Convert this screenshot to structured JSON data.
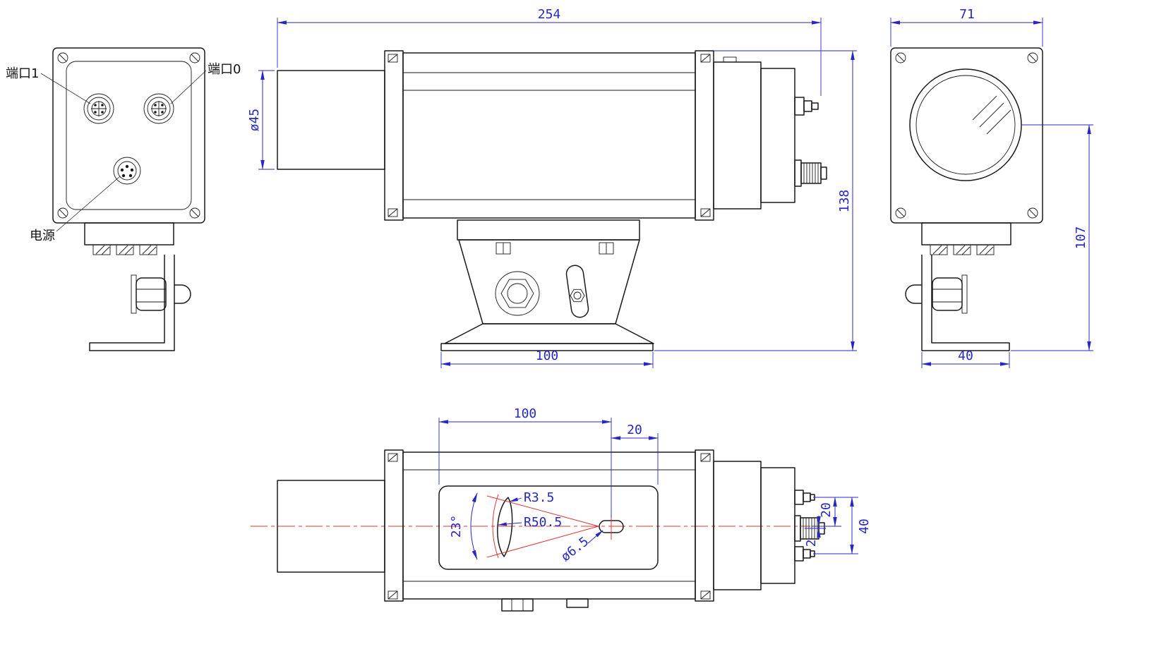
{
  "meta": {
    "type": "technical-drawing",
    "views": [
      "rear",
      "side",
      "front",
      "bottom"
    ]
  },
  "colors": {
    "outline": "#1a1a1a",
    "dimension": "#2727c4",
    "centerline": "#e23434"
  },
  "rear_view": {
    "port1_label": "端口1",
    "port0_label": "端口0",
    "power_label": "电源"
  },
  "side_view": {
    "dim_overall_length": "254",
    "dim_lens_diameter": "ø45",
    "dim_overall_height": "138",
    "dim_base_width": "100"
  },
  "front_view": {
    "dim_width": "71",
    "dim_height": "107",
    "dim_foot_width": "40"
  },
  "bottom_view": {
    "dim_window_length": "100",
    "dim_slot_offset": "20",
    "dim_radius_small": "R3.5",
    "dim_radius_large": "R50.5",
    "dim_fan_angle": "23°",
    "dim_slot_diameter": "ø6.5",
    "dim_center_offset": "2",
    "dim_connector_offset_20": "20",
    "dim_connector_span_40": "40"
  }
}
